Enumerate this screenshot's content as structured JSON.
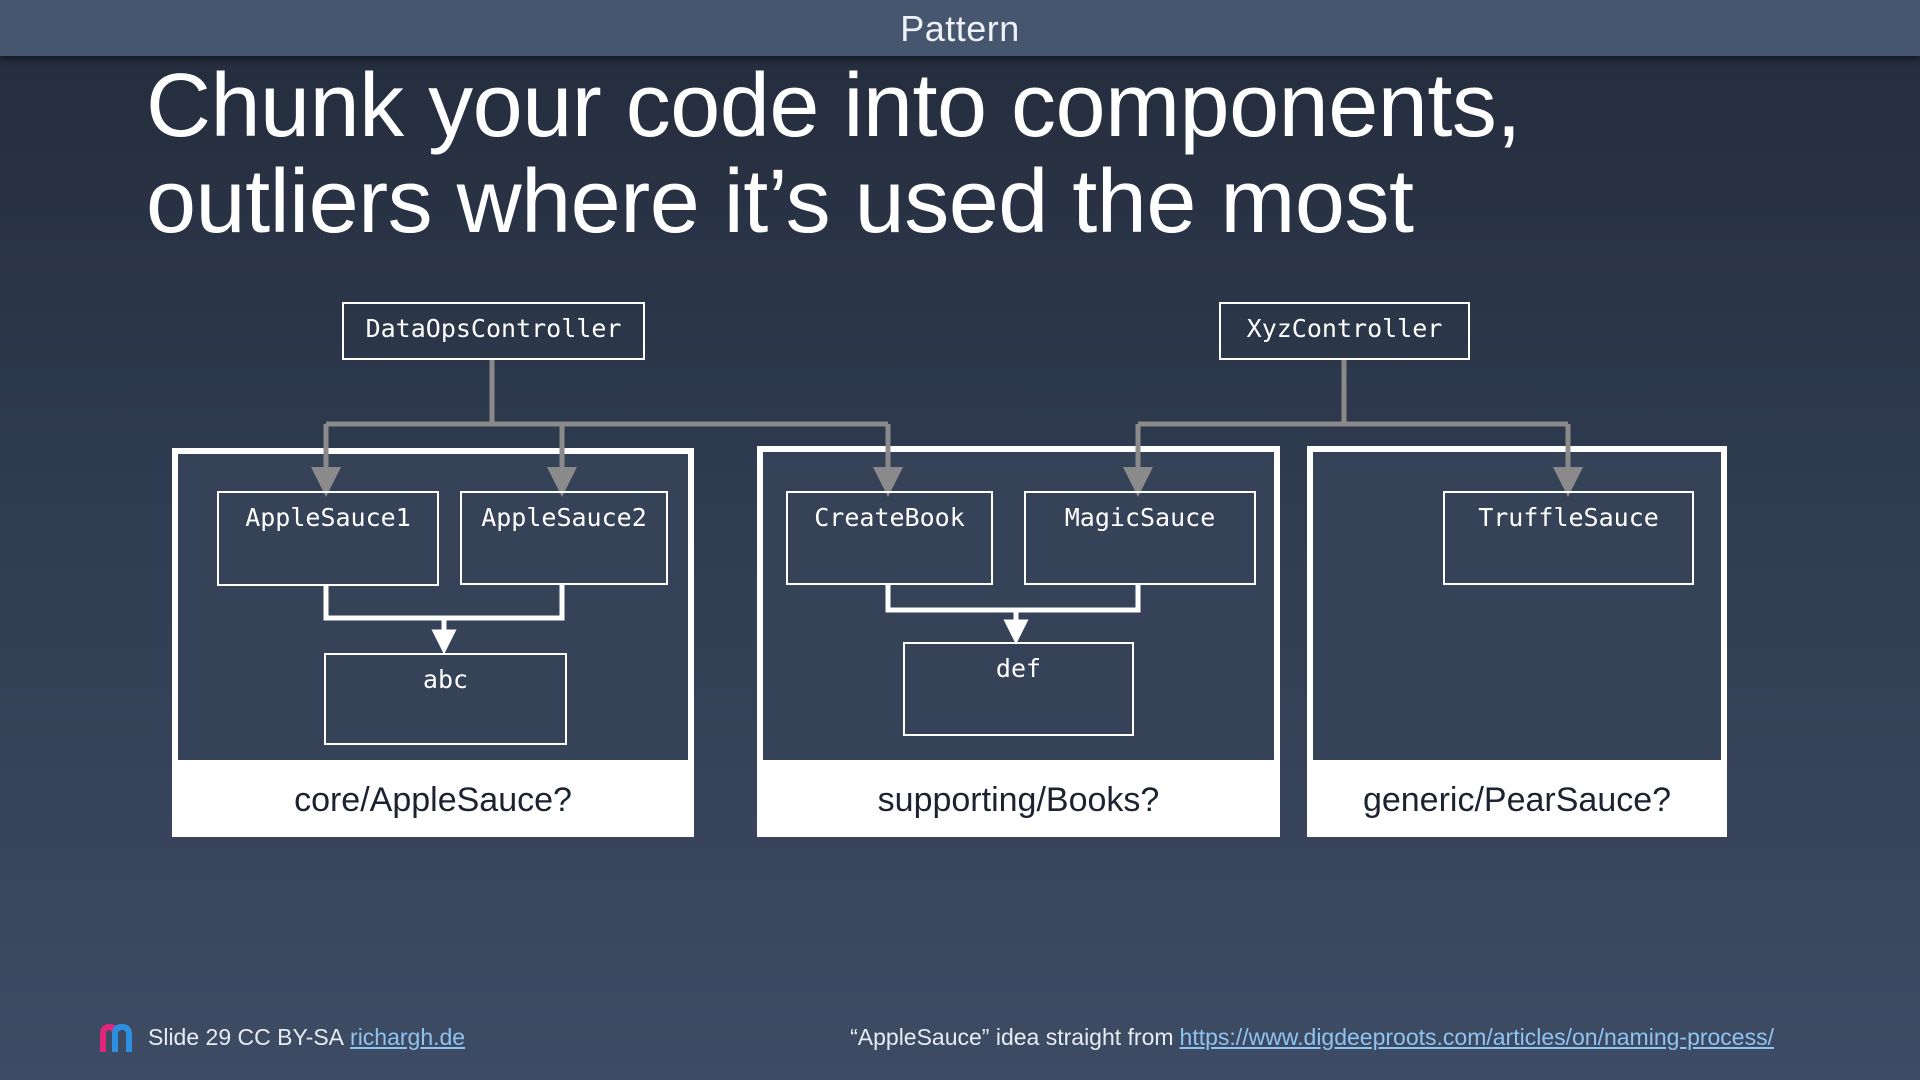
{
  "header": {
    "title": "Pattern"
  },
  "slide": {
    "title_line1": "Chunk your code into components,",
    "title_line2": "outliers where it’s used the most"
  },
  "diagram": {
    "controllers": {
      "data_ops": "DataOpsController",
      "xyz": "XyzController"
    },
    "groups": {
      "core": {
        "label": "core/AppleSauce?",
        "components": [
          "AppleSauce1",
          "AppleSauce2"
        ],
        "shared": "abc"
      },
      "supporting": {
        "label": "supporting/Books?",
        "components": [
          "CreateBook",
          "MagicSauce"
        ],
        "shared": "def"
      },
      "generic": {
        "label": "generic/PearSauce?",
        "components": [
          "TruffleSauce"
        ]
      }
    },
    "colors": {
      "controller_wire": "#8a8a8a",
      "internal_wire": "#ffffff",
      "group_fill": "#364257",
      "footer_fill": "#ffffff"
    }
  },
  "footer": {
    "slide_text": "Slide 29 CC BY-SA",
    "site_link": "richargh.de",
    "credit_text": "“AppleSauce” idea straight from",
    "credit_link": "https://www.digdeeproots.com/articles/on/naming-process/"
  }
}
